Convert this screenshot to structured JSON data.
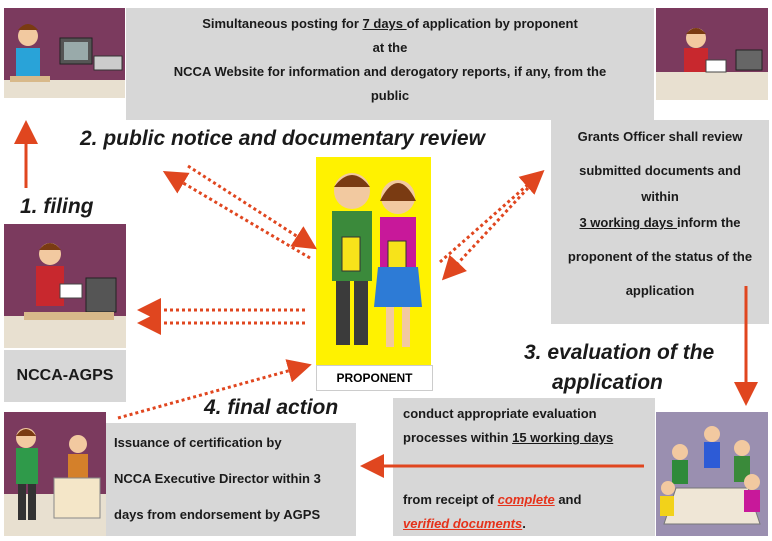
{
  "top_box": {
    "line1_pre": "Simultaneous posting for ",
    "line1_u": "7 days ",
    "line1_post": "of application by proponent",
    "line2": "at the",
    "line3": "NCCA Website for information and derogatory reports, if any, from the",
    "line4": "public"
  },
  "steps": {
    "filing": "1. filing",
    "review": "2. public notice and documentary review",
    "evaluation_1": "3. evaluation of the",
    "evaluation_2": "application",
    "final": "4. final action"
  },
  "right_box": {
    "l1": "Grants Officer shall review",
    "l2": "submitted documents and",
    "l3": "within",
    "l4_u": "3 working days ",
    "l4_post": "inform the",
    "l5": "proponent of the status of the",
    "l6": "application"
  },
  "ncca_label": "NCCA-AGPS",
  "proponent_label": "PROPONENT",
  "eval_box": {
    "l1": "conduct appropriate evaluation",
    "l2_pre": "processes within ",
    "l2_u": "15 working days",
    "l3_pre": "from receipt of ",
    "l3_red": "complete",
    "l3_post": " and",
    "l4_red": "verified documents",
    "l4_post": "."
  },
  "final_box": {
    "l1": "Issuance of certification by",
    "l2": "NCCA Executive Director within 3",
    "l3": "days from endorsement by AGPS"
  },
  "colors": {
    "panel": "#d7d7d7",
    "picture_bg": "#7b3a5e",
    "arrow": "#e0461f",
    "proponent_bg": "#fff200"
  }
}
